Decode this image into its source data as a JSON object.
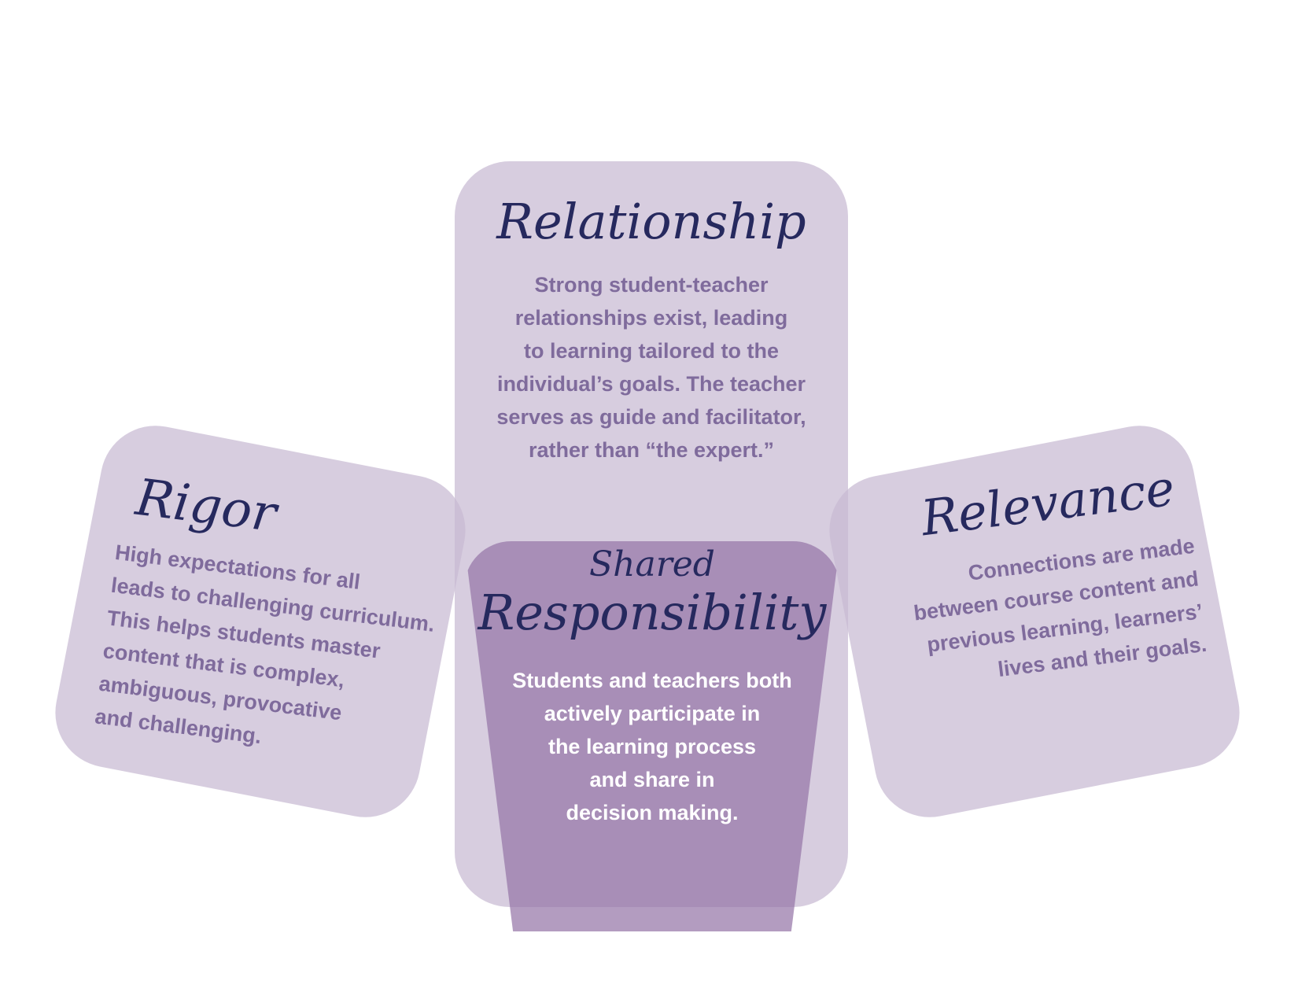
{
  "relationship": {
    "title": "Relationship",
    "body": "Strong student-teacher\nrelationships exist, leading\nto learning tailored to the\nindividual’s goals. The teacher\nserves as guide and facilitator,\nrather than “the expert.”"
  },
  "rigor": {
    "title": "Rigor",
    "body": "High expectations for all\nleads to challenging curriculum.\nThis helps students master\ncontent that is complex,\nambiguous, provocative\nand challenging."
  },
  "relevance": {
    "title": "Relevance",
    "body": "Connections are made\nbetween course content and\nprevious learning, learners’\nlives and their goals."
  },
  "shared_responsibility": {
    "title_small": "Shared",
    "title_large": "Responsibility",
    "body": "Students and teachers both\nactively participate in\nthe learning process\nand share in\ndecision making."
  },
  "colors": {
    "panel": "#d6cddf",
    "overlap": "#a58fb5",
    "title": "#26295e",
    "body_text": "#7f6b9c",
    "center_text": "#ffffff"
  }
}
